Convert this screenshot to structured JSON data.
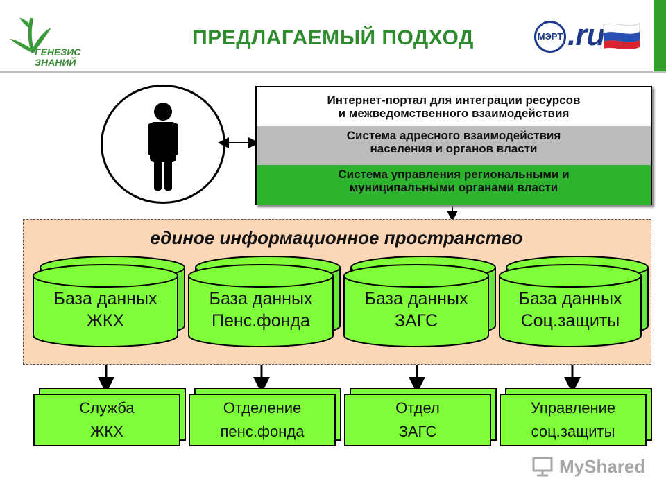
{
  "header": {
    "title": "ПРЕДЛАГАЕМЫЙ ПОДХОД",
    "logo_left_line1": "ГЕНЕЗИС",
    "logo_left_line2": "ЗНАНИЙ",
    "logo_right_seal": "МЭРТ",
    "logo_right_text": ".ru",
    "colors": {
      "brand_green": "#33a02c",
      "title_green": "#2e8b2e",
      "ru_blue": "#1f3a8a"
    }
  },
  "portal": {
    "row1": "Интернет-портал для интеграции ресурсов\nи межведомственного взаимодействия",
    "row2": "Система адресного взаимодействия\nнаселения и органов власти",
    "row3": "Система управления региональными и\nмуниципальными органами власти"
  },
  "space": {
    "title": "единое информационное пространство",
    "databases": [
      {
        "line1": "База данных",
        "line2": "ЖКХ"
      },
      {
        "line1": "База данных",
        "line2": "Пенс.фонда"
      },
      {
        "line1": "База данных",
        "line2": "ЗАГС"
      },
      {
        "line1": "База данных",
        "line2": "Соц.защиты"
      }
    ]
  },
  "services": [
    {
      "line1": "Служба",
      "line2": "ЖКХ"
    },
    {
      "line1": "Отделение",
      "line2": "пенс.фонда"
    },
    {
      "line1": "Отдел",
      "line2": "ЗАГС"
    },
    {
      "line1": "Управление",
      "line2": "соц.защиты"
    }
  ],
  "watermark": "MyShared",
  "icons": {
    "person": "person-icon",
    "arrow": "double-arrow-icon",
    "database": "database-cylinder-icon",
    "watermark": "presentation-icon"
  }
}
